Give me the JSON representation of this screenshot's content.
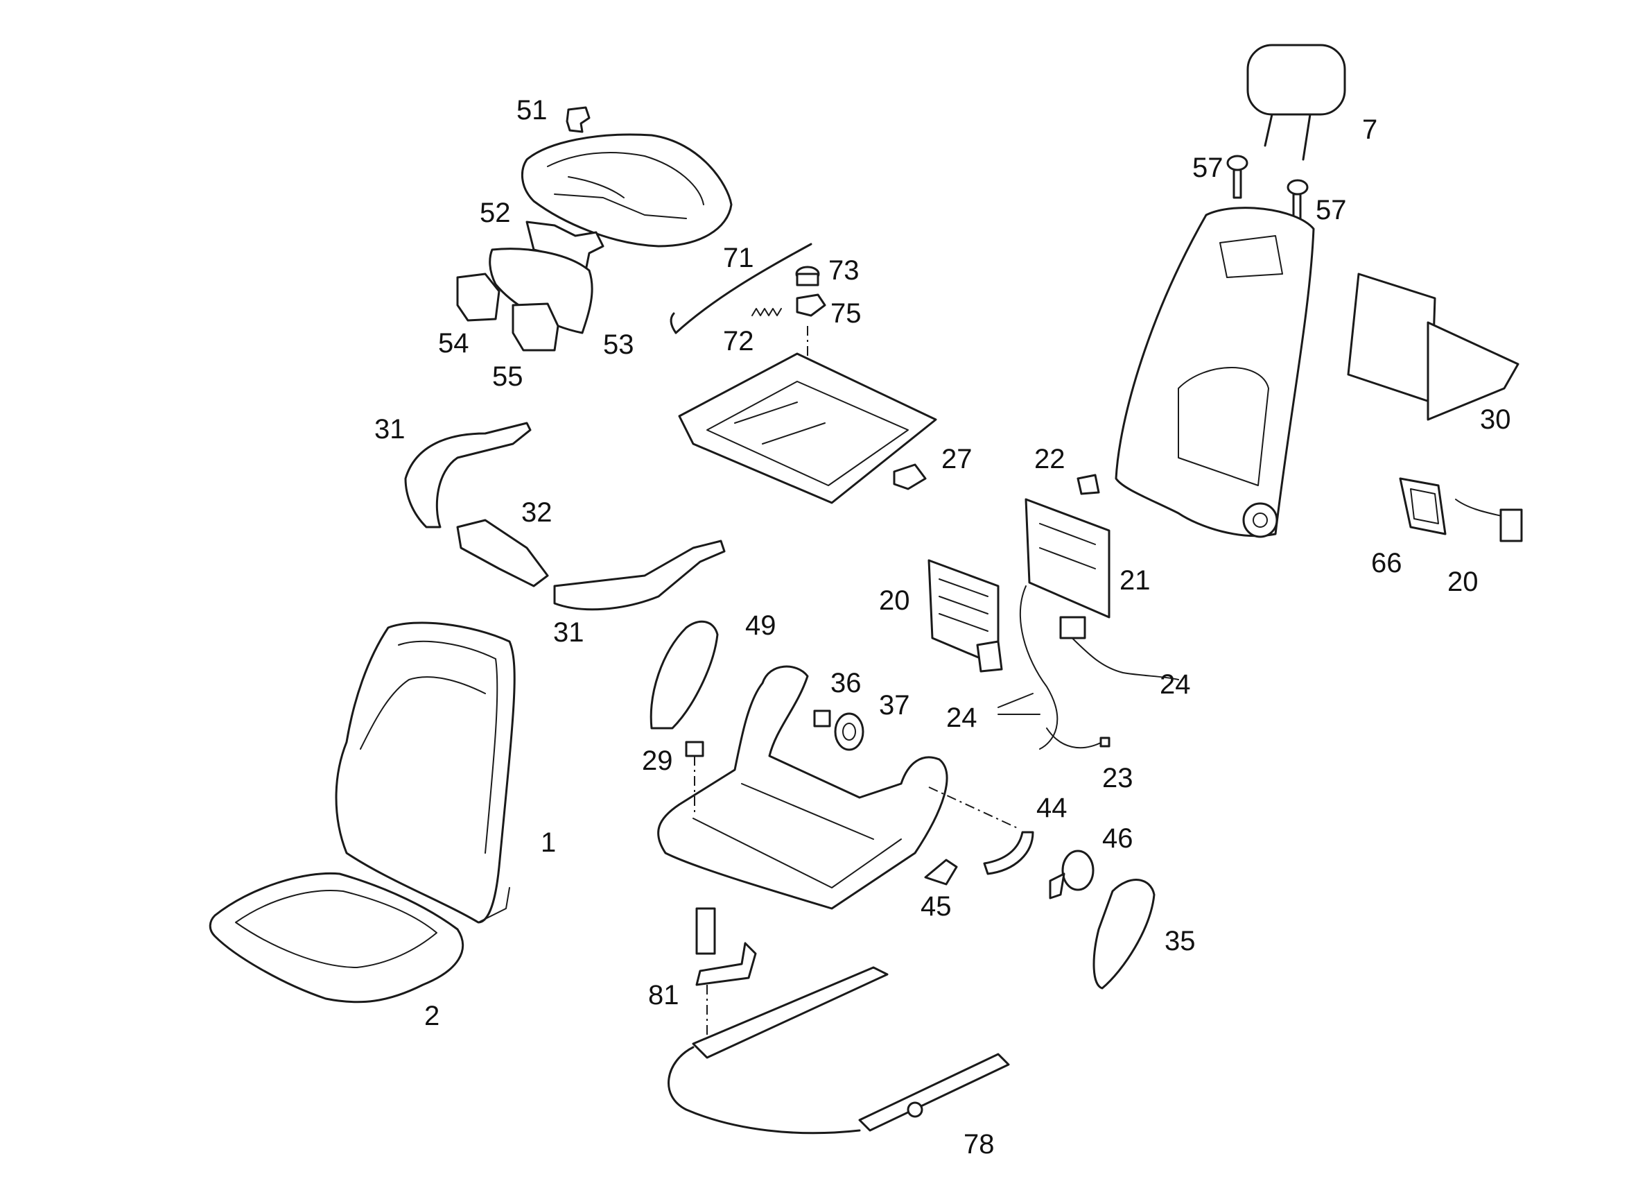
{
  "diagram": {
    "colors": {
      "line": "#1a1a1a",
      "background": "#ffffff"
    },
    "callouts": {
      "c1": "1",
      "c2": "2",
      "c7": "7",
      "c20a": "20",
      "c20b": "20",
      "c21": "21",
      "c22": "22",
      "c23": "23",
      "c24a": "24",
      "c24b": "24",
      "c27": "27",
      "c29": "29",
      "c30": "30",
      "c31a": "31",
      "c31b": "31",
      "c32": "32",
      "c35": "35",
      "c36": "36",
      "c37": "37",
      "c44": "44",
      "c45": "45",
      "c46": "46",
      "c49": "49",
      "c51": "51",
      "c52": "52",
      "c53": "53",
      "c54": "54",
      "c55": "55",
      "c57a": "57",
      "c57b": "57",
      "c66": "66",
      "c71": "71",
      "c72": "72",
      "c73": "73",
      "c75": "75",
      "c78": "78",
      "c81": "81"
    }
  }
}
